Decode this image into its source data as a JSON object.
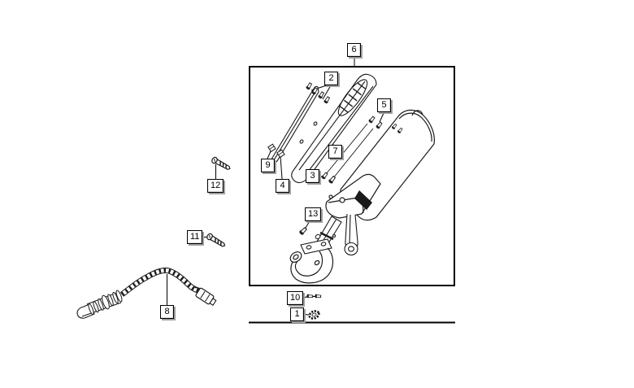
{
  "canvas": {
    "background": "#ffffff"
  },
  "colors": {
    "line": "#1a1a1a",
    "leader_line": "#000000",
    "label_face": "#ffffff",
    "label_border": "#000000",
    "label_shadow": "#a0a0a0",
    "frame_border": "#000000"
  },
  "figure": {
    "frame_icon": "parts-figure-frame",
    "illustrations": [
      "heat-shield",
      "heat-shield-strip",
      "muffler-assembly",
      "muffler-front-cap",
      "mounting-bracket-bushing",
      "exhaust-mid-pipe",
      "exhaust-flange",
      "exhaust-header-bend",
      "oxygen-sensor",
      "sensor-cable",
      "sensor-connector",
      "screw-hardware",
      "gasket-ring"
    ]
  },
  "labels": {
    "l1": "1",
    "l2": "2",
    "l3": "3",
    "l4": "4",
    "l5": "5",
    "l6": "6",
    "l7": "7",
    "l8": "8",
    "l9": "9",
    "l10": "10",
    "l11": "11",
    "l12": "12",
    "l13": "13"
  }
}
